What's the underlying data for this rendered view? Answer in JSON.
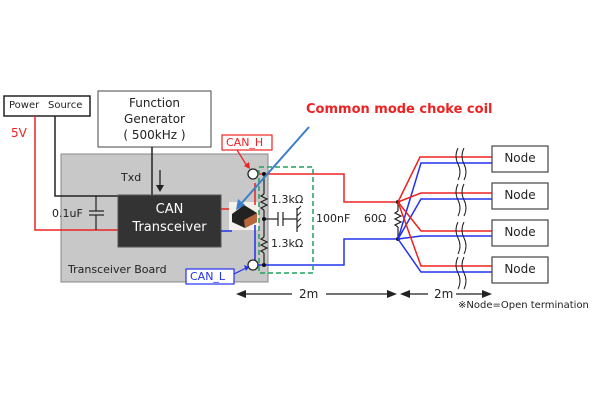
{
  "power_source": {
    "label_power": "Power",
    "label_source": "Source"
  },
  "voltage_label": "5V",
  "function_generator": {
    "line1": "Function",
    "line2": "Generator",
    "line3": "( 500kHz )"
  },
  "txd_label": "Txd",
  "capacitor_label": "0.1uF",
  "transceiver": {
    "line1": "CAN",
    "line2": "Transceiver"
  },
  "board_label": "Transceiver Board",
  "can_h_label": "CAN_H",
  "can_l_label": "CAN_L",
  "choke_label": "Common mode choke coil",
  "resistor_top_label": "1.3kΩ",
  "resistor_bottom_label": "1.3kΩ",
  "split_cap_label": "100nF",
  "termination_label": "60Ω",
  "distance_1": "2m",
  "distance_2": "2m",
  "nodes": [
    "Node",
    "Node",
    "Node",
    "Node"
  ],
  "footnote": "※Node=Open termination",
  "colors": {
    "can_h": "#ee2222",
    "can_l": "#2233ee",
    "choke_arrow": "#3a7fc8",
    "board": "#c8c8c8",
    "transceiver": "#333333",
    "filter_box": "#22a060"
  }
}
